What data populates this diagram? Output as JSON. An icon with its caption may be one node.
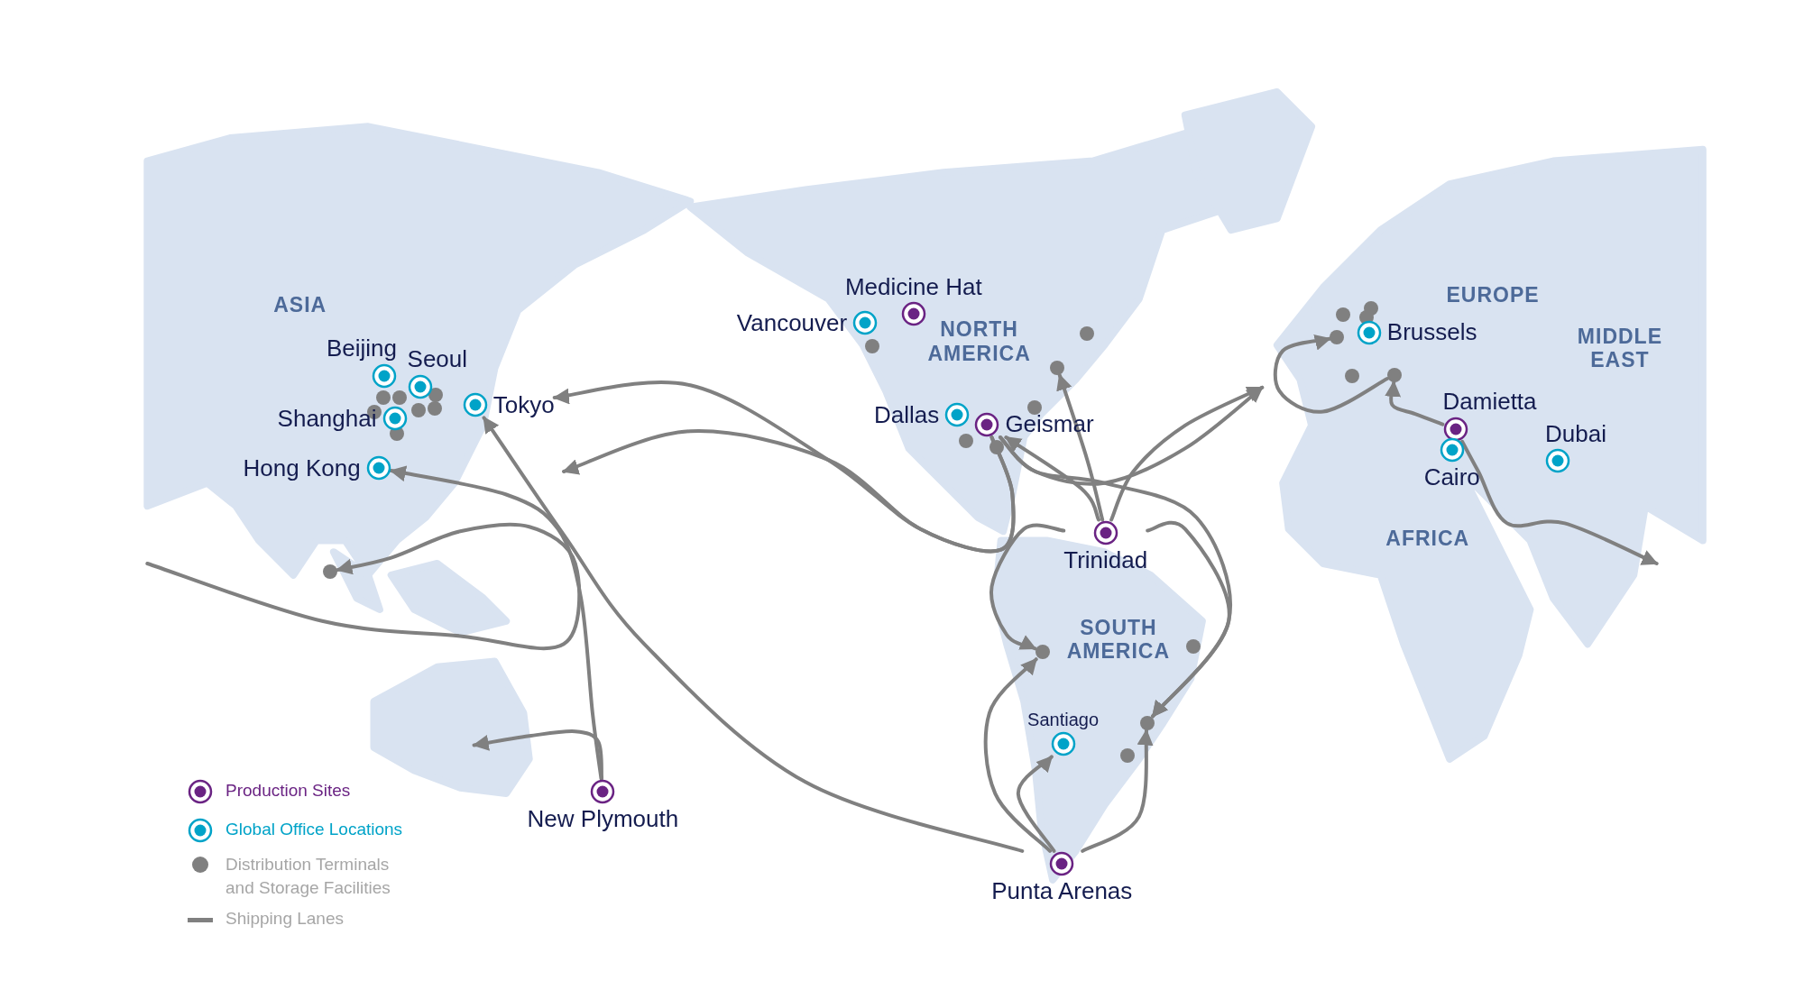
{
  "diagram": {
    "nodes": [
      {
        "text": [
          "Medicine Hat"
        ]
      },
      {
        "text": [
          "Vancouver"
        ]
      },
      {
        "text": [
          "Brussels"
        ]
      },
      {
        "text": [
          "Beijing"
        ]
      },
      {
        "text": [
          "Seoul"
        ]
      },
      {
        "text": [
          "Damietta"
        ]
      },
      {
        "text": [
          "Tokyo"
        ]
      },
      {
        "text": [
          "Dallas"
        ]
      },
      {
        "text": [
          "Shanghai"
        ]
      },
      {
        "text": [
          "Geismar"
        ]
      },
      {
        "text": [
          "Dubai"
        ]
      },
      {
        "text": [
          "Hong Kong"
        ]
      },
      {
        "text": [
          "Cairo"
        ]
      },
      {
        "text": [
          "Trinidad"
        ]
      },
      {
        "text": [
          "Santiago"
        ]
      },
      {
        "text": [
          "New Plymouth"
        ]
      },
      {
        "text": [
          "Punta Arenas"
        ]
      },
      {
        "text": [],
        "shape": "circle"
      },
      {
        "text": [],
        "shape": "circle"
      },
      {
        "text": [],
        "shape": "circle"
      },
      {
        "text": [],
        "shape": "circle"
      },
      {
        "text": [],
        "shape": "circle"
      },
      {
        "text": [],
        "shape": "circle"
      },
      {
        "text": [],
        "shape": "circle"
      },
      {
        "text": [],
        "shape": "circle"
      },
      {
        "text": [],
        "shape": "circle"
      },
      {
        "text": [],
        "shape": "circle"
      },
      {
        "text": [],
        "shape": "circle"
      },
      {
        "text": [],
        "shape": "circle"
      },
      {
        "text": [],
        "shape": "circle"
      },
      {
        "text": [],
        "shape": "circle"
      },
      {
        "text": [],
        "shape": "circle"
      },
      {
        "text": [],
        "shape": "circle"
      },
      {
        "text": [],
        "shape": "circle"
      },
      {
        "text": [],
        "shape": "circle"
      },
      {
        "text": [],
        "shape": "circle"
      },
      {
        "text": [],
        "shape": "circle"
      },
      {
        "text": [],
        "shape": "circle"
      },
      {
        "text": [],
        "shape": "circle"
      },
      {
        "text": [],
        "shape": "circle"
      },
      {
        "text": [],
        "shape": "circle"
      }
    ],
    "edges": [
      {
        "from": 16,
        "to": 6,
        "arrow": "to"
      },
      {
        "from": 16,
        "to": 38,
        "arrow": "to"
      },
      {
        "from": 16,
        "to": 14,
        "arrow": "to"
      },
      {
        "from": 16,
        "to": 39,
        "arrow": "to"
      },
      {
        "from": 9,
        "to": 6,
        "arrow": "to"
      },
      {
        "from": 9,
        "to": null,
        "arrow": "to"
      },
      {
        "from": 9,
        "to": null,
        "arrow": "to"
      },
      {
        "from": 9,
        "to": 39,
        "arrow": "to"
      },
      {
        "from": 13,
        "to": null,
        "arrow": "to"
      },
      {
        "from": 13,
        "to": 9,
        "arrow": "to"
      },
      {
        "from": 13,
        "to": 23,
        "arrow": "to"
      },
      {
        "from": 13,
        "to": 38,
        "arrow": "to"
      },
      {
        "from": 13,
        "to": 39,
        "arrow": "to"
      },
      {
        "from": 24,
        "to": 21,
        "arrow": "to"
      },
      {
        "from": 5,
        "to": 24,
        "arrow": "to"
      },
      {
        "from": 5,
        "to": null,
        "arrow": "to"
      },
      {
        "from": null,
        "to": 36,
        "arrow": "to"
      },
      {
        "from": 15,
        "to": 11,
        "arrow": "to"
      },
      {
        "from": 15,
        "to": null,
        "arrow": "to"
      }
    ],
    "labels": [
      "EUROPE",
      "ASIA",
      "NORTH AMERICA",
      "MIDDLE EAST",
      "AFRICA",
      "SOUTH AMERICA"
    ],
    "legend": [
      {
        "text": "Production Sites"
      },
      {
        "text": "Global Office Locations"
      },
      {
        "text": "Distribution Terminals and Storage Facilities",
        "color": "#808080"
      },
      {
        "text": "Shipping Lanes"
      }
    ]
  }
}
